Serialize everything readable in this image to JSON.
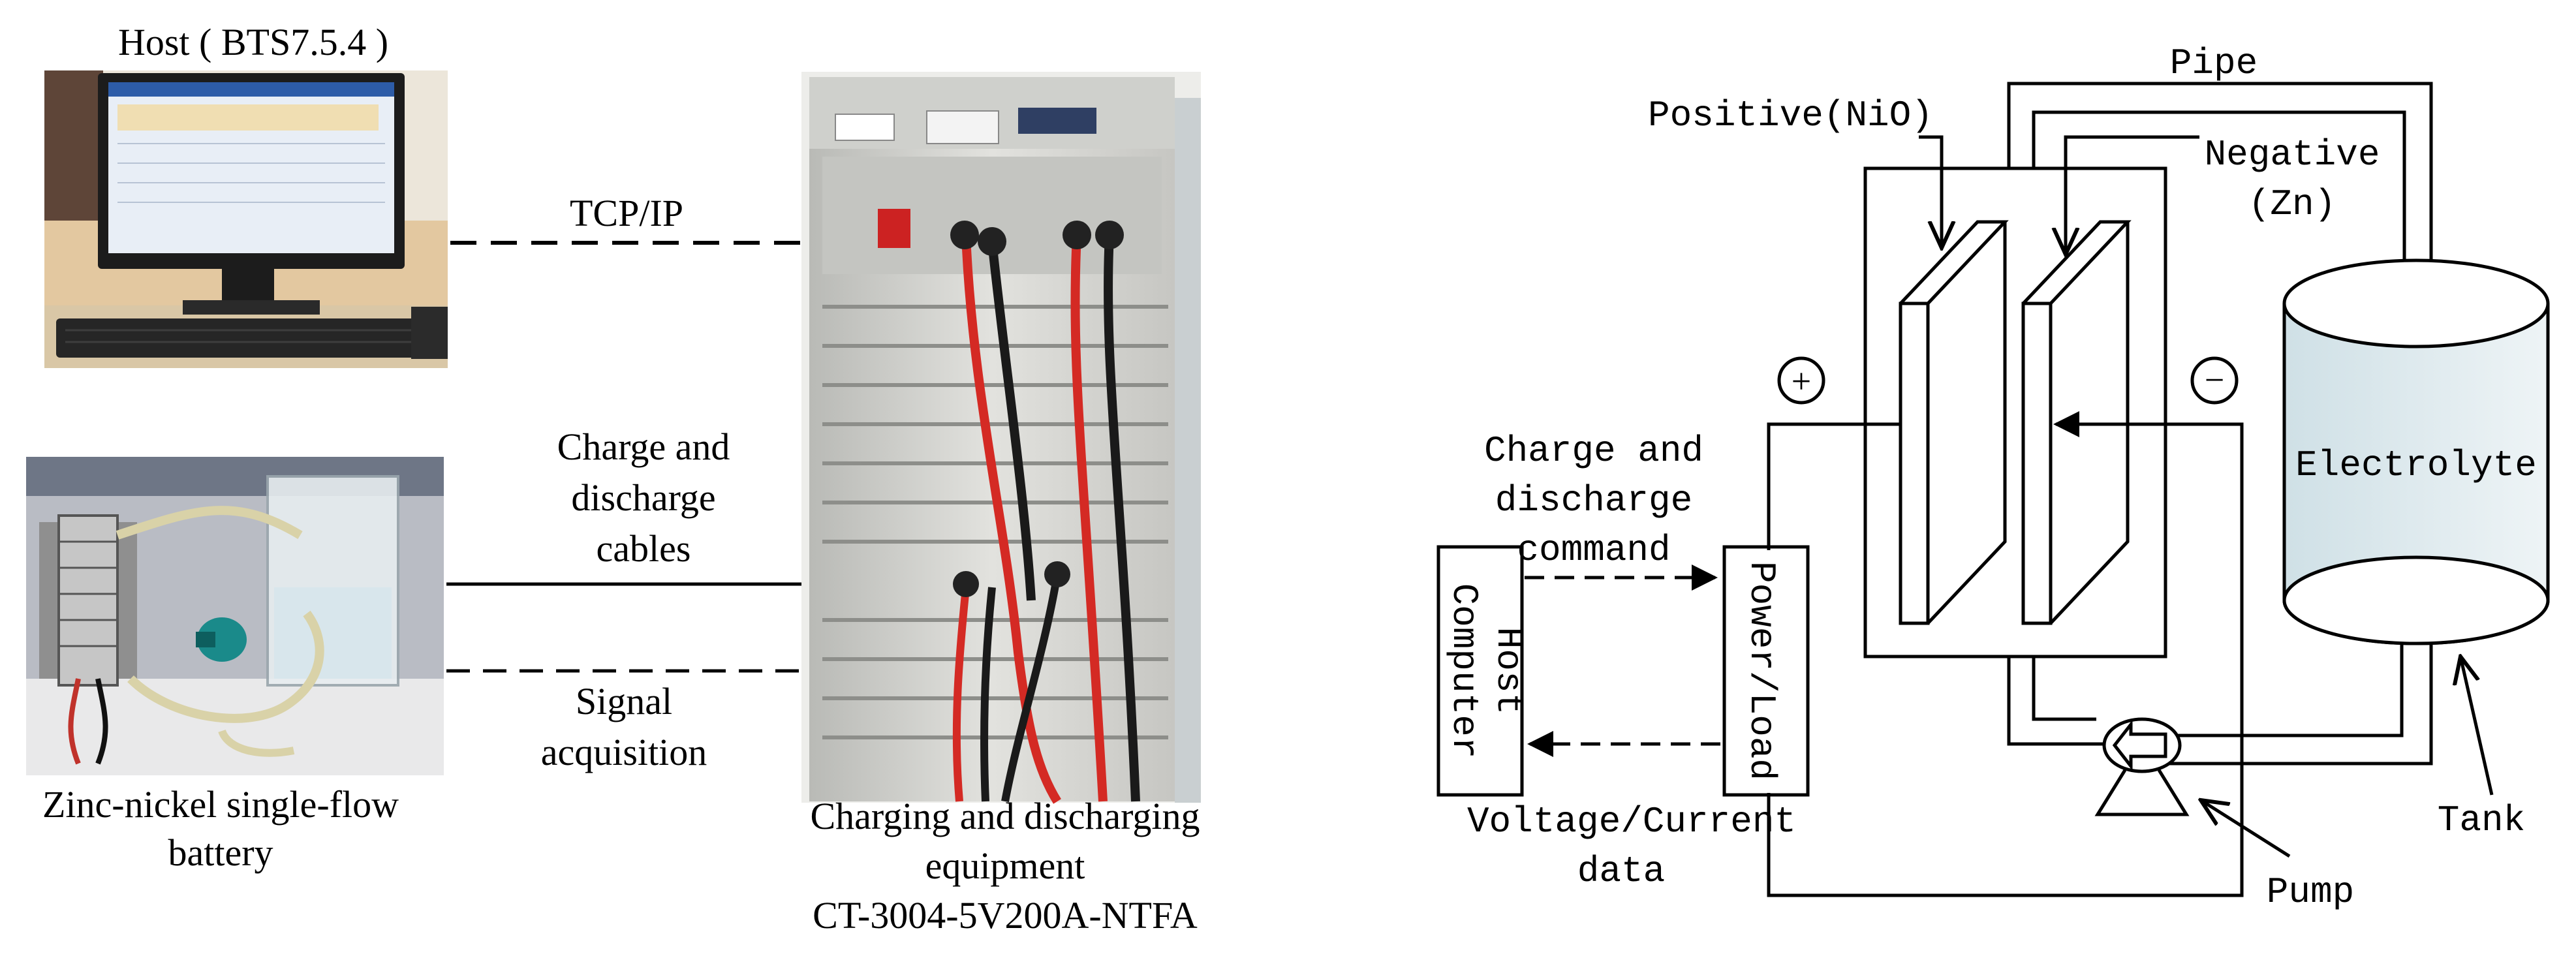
{
  "left_panel": {
    "host_label": "Host ( BTS7.5.4 )",
    "link_tcp": "TCP/IP",
    "link_cables": [
      "Charge and",
      "discharge",
      "cables"
    ],
    "link_signal": [
      "Signal",
      "acquisition"
    ],
    "battery_label": [
      "Zinc-nickel single-flow",
      "battery"
    ],
    "equipment_label": [
      "Charging and discharging",
      "equipment",
      "CT-3004-5V200A-NTFA"
    ]
  },
  "right_panel": {
    "pipe": "Pipe",
    "positive": "Positive(NiO)",
    "negative": [
      "Negative",
      "(Zn)"
    ],
    "plus_symbol": "+",
    "minus_symbol": "−",
    "charge_command": [
      "Charge and",
      "discharge",
      "command"
    ],
    "host_computer": [
      "Host",
      "Computer"
    ],
    "power_load": "Power/Load",
    "electrolyte": "Electrolyte",
    "voltage_current": [
      "Voltage/Current",
      "data"
    ],
    "tank": "Tank",
    "pump": "Pump"
  },
  "colors": {
    "cable_red": "#d42a24",
    "cable_black": "#1a1a1a",
    "cabinet": "#d8d8d4",
    "screen_blue": "#1e3b7a",
    "pump_teal": "#1a8a8a"
  }
}
